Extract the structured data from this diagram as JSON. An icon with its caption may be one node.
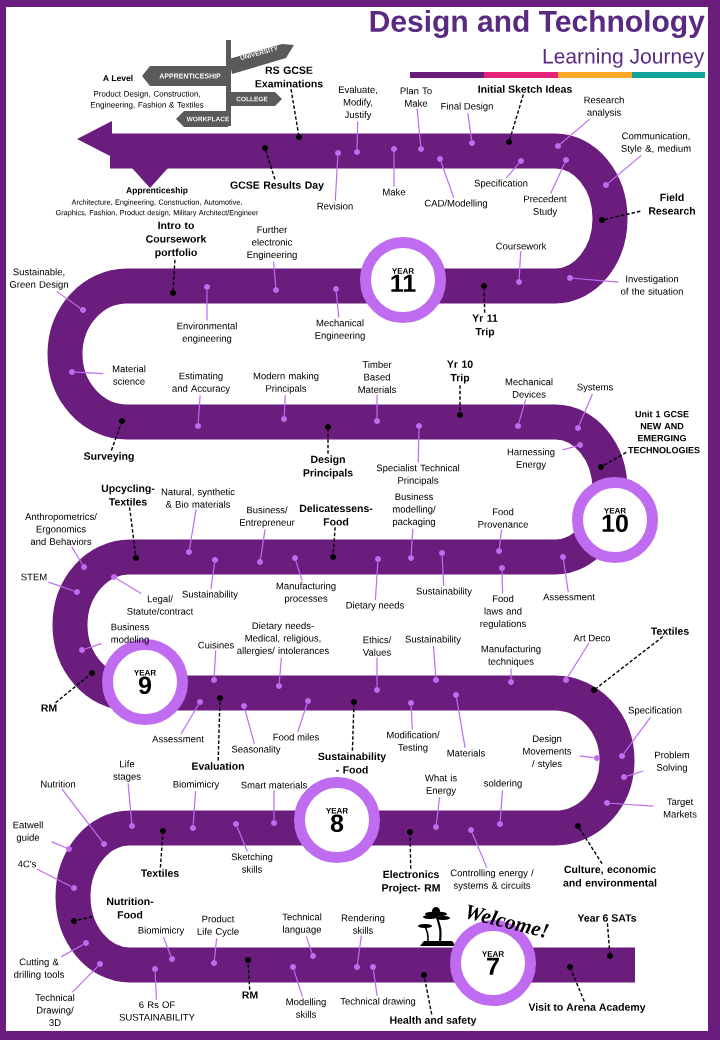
{
  "diagram": {
    "title": "Design and Technology",
    "nodes": [
      {
        "text": [
          "RS GCSE Examinations"
        ]
      },
      {
        "text": [
          "Evaluate, Modify, Justify"
        ]
      },
      {
        "text": [
          "Plan To Make"
        ]
      },
      {
        "text": [
          "Final Design"
        ]
      },
      {
        "text": [
          "Initial Sketch Ideas"
        ]
      },
      {
        "text": [
          "Research analysis"
        ]
      },
      {
        "text": [
          "Communication, Style &, medium"
        ]
      },
      {
        "text": [
          "Field Research"
        ]
      },
      {
        "text": [
          "Investigation of the situation"
        ]
      },
      {
        "text": [
          "Coursework"
        ]
      },
      {
        "text": [
          "Yr 11 Trip"
        ]
      },
      {
        "text": [
          "Precedent Study"
        ]
      },
      {
        "text": [
          "Specification"
        ]
      },
      {
        "text": [
          "CAD/Modelling"
        ]
      },
      {
        "text": [
          "Make"
        ]
      },
      {
        "text": [
          "Revision"
        ]
      },
      {
        "text": [
          "GCSE Results Day"
        ]
      },
      {
        "text": [
          "YEAR",
          "11"
        ]
      },
      {
        "text": [
          "Intro to Coursework portfolio"
        ]
      },
      {
        "text": [
          "Further electronic Engineering"
        ]
      },
      {
        "text": [
          "Sustainable, Green Design"
        ]
      },
      {
        "text": [
          "Environmental engineering"
        ]
      },
      {
        "text": [
          "Mechanical Engineering"
        ]
      },
      {
        "text": [
          "Material science"
        ]
      },
      {
        "text": [
          "Estimating and Accuracy"
        ]
      },
      {
        "text": [
          "Modern making Principals"
        ]
      },
      {
        "text": [
          "Timber Based Materials"
        ]
      },
      {
        "text": [
          "Yr 10 Trip"
        ]
      },
      {
        "text": [
          "Mechanical Devices"
        ]
      },
      {
        "text": [
          "Systems"
        ]
      },
      {
        "text": [
          "Unit 1 GCSE NEW AND EMERGING TECHNOLOGIES"
        ]
      },
      {
        "text": [
          "Harnessing Energy"
        ]
      },
      {
        "text": [
          "Specialist Technical Principals"
        ]
      },
      {
        "text": [
          "Design Principals"
        ]
      },
      {
        "text": [
          "Surveying"
        ]
      },
      {
        "text": [
          "YEAR",
          "10"
        ]
      },
      {
        "text": [
          "Upcycling- Textiles"
        ]
      },
      {
        "text": [
          "Natural, synthetic & Bio materials"
        ]
      },
      {
        "text": [
          "Anthropometrics/ Ergonomics and Behaviors"
        ]
      },
      {
        "text": [
          "Business/ Entrepreneur"
        ]
      },
      {
        "text": [
          "Delicatessens- Food"
        ]
      },
      {
        "text": [
          "Business modelling/ packaging"
        ]
      },
      {
        "text": [
          "Food Provenance"
        ]
      },
      {
        "text": [
          "STEM"
        ]
      },
      {
        "text": [
          "Legal/ Statute/contract"
        ]
      },
      {
        "text": [
          "Sustainability"
        ]
      },
      {
        "text": [
          "Manufacturing processes"
        ]
      },
      {
        "text": [
          "Dietary needs"
        ]
      },
      {
        "text": [
          "Sustainability"
        ]
      },
      {
        "text": [
          "Food laws and regulations"
        ]
      },
      {
        "text": [
          "Assessment"
        ]
      },
      {
        "text": [
          "YEAR",
          "9"
        ]
      },
      {
        "text": [
          "Business modeling"
        ]
      },
      {
        "text": [
          "RM"
        ]
      },
      {
        "text": [
          "Cuisines"
        ]
      },
      {
        "text": [
          "Dietary needs- Medical, religious, allergies/ intolerances"
        ]
      },
      {
        "text": [
          "Ethics/ Values"
        ]
      },
      {
        "text": [
          "Sustainability"
        ]
      },
      {
        "text": [
          "Manufacturing techniques"
        ]
      },
      {
        "text": [
          "Art Deco"
        ]
      },
      {
        "text": [
          "Textiles"
        ]
      },
      {
        "text": [
          "Assessment"
        ]
      },
      {
        "text": [
          "Evaluation"
        ]
      },
      {
        "text": [
          "Seasonality"
        ]
      },
      {
        "text": [
          "Food miles"
        ]
      },
      {
        "text": [
          "Sustainability - Food"
        ]
      },
      {
        "text": [
          "Modification/ Testing"
        ]
      },
      {
        "text": [
          "Materials"
        ]
      },
      {
        "text": [
          "Design Movements / styles"
        ]
      },
      {
        "text": [
          "Specification"
        ]
      },
      {
        "text": [
          "Problem Solving"
        ]
      },
      {
        "text": [
          "Target Markets"
        ]
      },
      {
        "text": [
          "Nutrition"
        ]
      },
      {
        "text": [
          "Life stages"
        ]
      },
      {
        "text": [
          "Biomimicry"
        ]
      },
      {
        "text": [
          "Smart materials"
        ]
      },
      {
        "text": [
          "Eatwell guide"
        ]
      },
      {
        "text": [
          "Textiles"
        ]
      },
      {
        "text": [
          "Sketching skills"
        ]
      },
      {
        "text": [
          "What is Energy"
        ]
      },
      {
        "text": [
          "soldering"
        ]
      },
      {
        "text": [
          "Electronics Project- RM"
        ]
      },
      {
        "text": [
          "Controlling energy / systems & circuits"
        ]
      },
      {
        "text": [
          "Culture, economic and environmental"
        ]
      },
      {
        "text": [
          "YEAR",
          "8"
        ]
      },
      {
        "text": [
          "4C's"
        ]
      },
      {
        "text": [
          "Nutrition- Food"
        ]
      },
      {
        "text": [
          "Biomimicry"
        ]
      },
      {
        "text": [
          "Product Life Cycle"
        ]
      },
      {
        "text": [
          "Technical language"
        ]
      },
      {
        "text": [
          "Rendering skills"
        ]
      },
      {
        "text": [
          "Cutting & drilling tools"
        ]
      },
      {
        "text": [
          "Technical Drawing/ 3D"
        ]
      },
      {
        "text": [
          "6 Rs OF SUSTAINABILITY"
        ]
      },
      {
        "text": [
          "RM"
        ]
      },
      {
        "text": [
          "Modelling skills"
        ]
      },
      {
        "text": [
          "Technical drawing"
        ]
      },
      {
        "text": [
          "Health and safety"
        ]
      },
      {
        "text": [
          "Year 6 SATs"
        ]
      },
      {
        "text": [
          "Visit to Arena Academy"
        ]
      },
      {
        "text": [
          "YEAR",
          "7"
        ]
      },
      {
        "text": [],
        "shape": "circle"
      },
      {
        "text": [],
        "shape": "circle"
      },
      {
        "text": [],
        "shape": "circle"
      },
      {
        "text": [],
        "shape": "circle"
      },
      {
        "text": [],
        "shape": "circle"
      },
      {
        "text": [],
        "shape": "circle"
      },
      {
        "text": [],
        "shape": "circle"
      },
      {
        "text": [],
        "shape": "circle"
      },
      {
        "text": [],
        "shape": "circle"
      },
      {
        "text": [],
        "shape": "circle"
      },
      {
        "text": [],
        "shape": "circle"
      },
      {
        "text": [],
        "shape": "circle"
      },
      {
        "text": [],
        "shape": "circle"
      },
      {
        "text": [],
        "shape": "circle"
      },
      {
        "text": [],
        "shape": "circle"
      },
      {
        "text": [],
        "shape": "circle"
      },
      {
        "text": [],
        "shape": "circle"
      },
      {
        "text": [],
        "shape": "circle"
      },
      {
        "text": [],
        "shape": "circle"
      },
      {
        "text": [],
        "shape": "circle"
      },
      {
        "text": [],
        "shape": "circle"
      },
      {
        "text": [],
        "shape": "circle"
      },
      {
        "text": [],
        "shape": "circle"
      },
      {
        "text": [],
        "shape": "circle"
      },
      {
        "text": [],
        "shape": "circle"
      },
      {
        "text": [],
        "shape": "circle"
      },
      {
        "text": [],
        "shape": "circle"
      },
      {
        "text": [],
        "shape": "circle"
      },
      {
        "text": [],
        "shape": "circle"
      },
      {
        "text": [],
        "shape": "circle"
      },
      {
        "text": [],
        "shape": "circle"
      },
      {
        "text": [],
        "shape": "circle"
      },
      {
        "text": [],
        "shape": "circle"
      },
      {
        "text": [],
        "shape": "circle"
      },
      {
        "text": [],
        "shape": "circle"
      },
      {
        "text": [],
        "shape": "circle"
      },
      {
        "text": [],
        "shape": "circle"
      },
      {
        "text": [],
        "shape": "circle"
      },
      {
        "text": [],
        "shape": "circle"
      },
      {
        "text": [],
        "shape": "circle"
      },
      {
        "text": [],
        "shape": "circle"
      },
      {
        "text": [],
        "shape": "circle"
      },
      {
        "text": [],
        "shape": "circle"
      },
      {
        "text": [],
        "shape": "circle"
      },
      {
        "text": [],
        "shape": "circle"
      },
      {
        "text": [],
        "shape": "circle"
      },
      {
        "text": [],
        "shape": "circle"
      },
      {
        "text": [],
        "shape": "circle"
      },
      {
        "text": [],
        "shape": "circle"
      },
      {
        "text": [],
        "shape": "circle"
      },
      {
        "text": [],
        "shape": "circle"
      },
      {
        "text": [],
        "shape": "circle"
      },
      {
        "text": [],
        "shape": "circle"
      },
      {
        "text": [],
        "shape": "circle"
      },
      {
        "text": [],
        "shape": "circle"
      },
      {
        "text": [],
        "shape": "circle"
      },
      {
        "text": [],
        "shape": "circle"
      },
      {
        "text": [],
        "shape": "circle"
      },
      {
        "text": [],
        "shape": "circle"
      },
      {
        "text": [],
        "shape": "circle"
      },
      {
        "text": [],
        "shape": "circle"
      },
      {
        "text": [],
        "shape": "circle"
      },
      {
        "text": [],
        "shape": "circle"
      },
      {
        "text": [],
        "shape": "circle"
      },
      {
        "text": [],
        "shape": "circle"
      },
      {
        "text": [],
        "shape": "circle"
      },
      {
        "text": [],
        "shape": "circle"
      },
      {
        "text": [],
        "shape": "circle"
      },
      {
        "text": [],
        "shape": "circle"
      },
      {
        "text": [],
        "shape": "circle"
      },
      {
        "text": [],
        "shape": "circle"
      },
      {
        "text": [],
        "shape": "circle"
      },
      {
        "text": [],
        "shape": "circle"
      },
      {
        "text": [],
        "shape": "circle"
      },
      {
        "text": [],
        "shape": "circle"
      },
      {
        "text": [],
        "shape": "circle"
      },
      {
        "text": [],
        "shape": "circle"
      },
      {
        "text": [],
        "shape": "circle"
      },
      {
        "text": [],
        "shape": "circle"
      },
      {
        "text": [],
        "shape": "circle"
      },
      {
        "text": [],
        "shape": "circle"
      },
      {
        "text": [],
        "shape": "circle"
      },
      {
        "text": [],
        "shape": "circle"
      },
      {
        "text": [],
        "shape": "circle"
      },
      {
        "text": [],
        "shape": "circle"
      },
      {
        "text": [],
        "shape": "circle"
      },
      {
        "text": [],
        "shape": "circle"
      },
      {
        "text": [],
        "shape": "circle"
      },
      {
        "text": [],
        "shape": "circle"
      },
      {
        "text": [],
        "shape": "circle"
      },
      {
        "text": [],
        "shape": "circle"
      },
      {
        "text": [],
        "shape": "circle"
      },
      {
        "text": [],
        "shape": "circle"
      },
      {
        "text": [],
        "shape": "circle"
      },
      {
        "text": [],
        "shape": "circle"
      },
      {
        "text": [],
        "shape": "circle"
      }
    ],
    "edges": [
      {
        "from": 0,
        "to": 101,
        "arrow": "none",
        "style": "dashed",
        "color": "#000000"
      },
      {
        "from": 1,
        "to": 102,
        "arrow": "none"
      },
      {
        "from": 2,
        "to": 103,
        "arrow": "none"
      },
      {
        "from": 3,
        "to": 104,
        "arrow": "none"
      },
      {
        "from": 4,
        "to": 105,
        "arrow": "none",
        "style": "dashed",
        "color": "#000000"
      },
      {
        "from": 5,
        "to": 106,
        "arrow": "none"
      },
      {
        "from": 6,
        "to": 107,
        "arrow": "none"
      },
      {
        "from": 7,
        "to": 108,
        "arrow": "none",
        "style": "dashed",
        "color": "#000000"
      },
      {
        "from": 8,
        "to": 109,
        "arrow": "none"
      },
      {
        "from": 9,
        "to": 110,
        "arrow": "none"
      },
      {
        "from": 10,
        "to": 111,
        "arrow": "none",
        "style": "dashed",
        "color": "#000000"
      },
      {
        "from": 11,
        "to": 112,
        "arrow": "none"
      },
      {
        "from": 12,
        "to": 113,
        "arrow": "none"
      },
      {
        "from": 13,
        "to": 114,
        "arrow": "none"
      },
      {
        "from": 14,
        "to": 115,
        "arrow": "none"
      },
      {
        "from": 15,
        "to": 116,
        "arrow": "none"
      },
      {
        "from": 16,
        "to": 117,
        "arrow": "none",
        "style": "dashed",
        "color": "#000000"
      },
      {
        "from": 18,
        "to": 118,
        "arrow": "none",
        "style": "dashed",
        "color": "#000000"
      },
      {
        "from": 19,
        "to": 119,
        "arrow": "none"
      },
      {
        "from": 20,
        "to": 120,
        "arrow": "none"
      },
      {
        "from": 21,
        "to": 121,
        "arrow": "none"
      },
      {
        "from": 22,
        "to": 122,
        "arrow": "none"
      },
      {
        "from": 23,
        "to": 123,
        "arrow": "none"
      },
      {
        "from": 24,
        "to": 124,
        "arrow": "none"
      },
      {
        "from": 25,
        "to": 125,
        "arrow": "none"
      },
      {
        "from": 26,
        "to": 126,
        "arrow": "none"
      },
      {
        "from": 27,
        "to": 127,
        "arrow": "none",
        "style": "dashed",
        "color": "#000000"
      },
      {
        "from": 28,
        "to": 128,
        "arrow": "none"
      },
      {
        "from": 29,
        "to": 129,
        "arrow": "none"
      },
      {
        "from": 30,
        "to": 130,
        "arrow": "none",
        "style": "dashed",
        "color": "#000000"
      },
      {
        "from": 31,
        "to": 131,
        "arrow": "none"
      },
      {
        "from": 32,
        "to": 132,
        "arrow": "none"
      },
      {
        "from": 33,
        "to": 133,
        "arrow": "none",
        "style": "dashed",
        "color": "#000000"
      },
      {
        "from": 34,
        "to": 134,
        "arrow": "none",
        "style": "dashed",
        "color": "#000000"
      },
      {
        "from": 36,
        "to": 135,
        "arrow": "none",
        "style": "dashed",
        "color": "#000000"
      },
      {
        "from": 37,
        "to": 136,
        "arrow": "none"
      },
      {
        "from": 38,
        "to": 137,
        "arrow": "none"
      },
      {
        "from": 39,
        "to": 138,
        "arrow": "none"
      },
      {
        "from": 40,
        "to": 139,
        "arrow": "none",
        "style": "dashed",
        "color": "#000000"
      },
      {
        "from": 41,
        "to": 140,
        "arrow": "none"
      },
      {
        "from": 42,
        "to": 141,
        "arrow": "none"
      },
      {
        "from": 43,
        "to": 142,
        "arrow": "none"
      },
      {
        "from": 44,
        "to": 143,
        "arrow": "none"
      },
      {
        "from": 45,
        "to": 144,
        "arrow": "none"
      },
      {
        "from": 46,
        "to": 145,
        "arrow": "none"
      },
      {
        "from": 47,
        "to": 146,
        "arrow": "none"
      },
      {
        "from": 48,
        "to": 147,
        "arrow": "none"
      },
      {
        "from": 49,
        "to": 148,
        "arrow": "none"
      },
      {
        "from": 50,
        "to": 149,
        "arrow": "none"
      },
      {
        "from": 52,
        "to": 150,
        "arrow": "none"
      },
      {
        "from": 53,
        "to": 151,
        "arrow": "none",
        "style": "dashed",
        "color": "#000000"
      },
      {
        "from": 54,
        "to": 152,
        "arrow": "none"
      },
      {
        "from": 55,
        "to": 153,
        "arrow": "none"
      },
      {
        "from": 56,
        "to": 154,
        "arrow": "none"
      },
      {
        "from": 57,
        "to": 155,
        "arrow": "none"
      },
      {
        "from": 58,
        "to": 156,
        "arrow": "none"
      },
      {
        "from": 59,
        "to": 157,
        "arrow": "none"
      },
      {
        "from": 60,
        "to": 158,
        "arrow": "none",
        "style": "dashed",
        "color": "#000000"
      },
      {
        "from": 61,
        "to": 159,
        "arrow": "none"
      },
      {
        "from": 62,
        "to": 160,
        "arrow": "none",
        "style": "dashed",
        "color": "#000000"
      },
      {
        "from": 63,
        "to": 161,
        "arrow": "none"
      },
      {
        "from": 64,
        "to": 162,
        "arrow": "none"
      },
      {
        "from": 65,
        "to": 163,
        "arrow": "none",
        "style": "dashed",
        "color": "#000000"
      },
      {
        "from": 66,
        "to": 164,
        "arrow": "none"
      },
      {
        "from": 67,
        "to": 165,
        "arrow": "none"
      },
      {
        "from": 68,
        "to": 166,
        "arrow": "none"
      },
      {
        "from": 69,
        "to": 167,
        "arrow": "none"
      },
      {
        "from": 70,
        "to": 168,
        "arrow": "none"
      },
      {
        "from": 71,
        "to": 169,
        "arrow": "none"
      },
      {
        "from": 72,
        "to": 170,
        "arrow": "none"
      },
      {
        "from": 73,
        "to": 171,
        "arrow": "none"
      },
      {
        "from": 74,
        "to": 172,
        "arrow": "none"
      },
      {
        "from": 75,
        "to": 173,
        "arrow": "none"
      },
      {
        "from": 76,
        "to": 174,
        "arrow": "none"
      },
      {
        "from": 77,
        "to": 175,
        "arrow": "none",
        "style": "dashed",
        "color": "#000000"
      },
      {
        "from": 78,
        "to": 176,
        "arrow": "none"
      },
      {
        "from": 79,
        "to": 177,
        "arrow": "none"
      },
      {
        "from": 80,
        "to": 178,
        "arrow": "none"
      },
      {
        "from": 81,
        "to": 179,
        "arrow": "none",
        "style": "dashed",
        "color": "#000000"
      },
      {
        "from": 82,
        "to": 180,
        "arrow": "none"
      },
      {
        "from": 83,
        "to": 181,
        "arrow": "none",
        "style": "dashed",
        "color": "#000000"
      },
      {
        "from": 85,
        "to": 182,
        "arrow": "none"
      },
      {
        "from": 86,
        "to": 183,
        "arrow": "none",
        "style": "dashed",
        "color": "#000000"
      },
      {
        "from": 87,
        "to": 184,
        "arrow": "none"
      },
      {
        "from": 88,
        "to": 185,
        "arrow": "none"
      },
      {
        "from": 89,
        "to": 186,
        "arrow": "none"
      },
      {
        "from": 90,
        "to": 187,
        "arrow": "none"
      },
      {
        "from": 91,
        "to": 188,
        "arrow": "none"
      },
      {
        "from": 92,
        "to": 189,
        "arrow": "none"
      },
      {
        "from": 93,
        "to": 190,
        "arrow": "none"
      },
      {
        "from": 94,
        "to": 191,
        "arrow": "none",
        "style": "dashed",
        "color": "#000000"
      },
      {
        "from": 95,
        "to": 192,
        "arrow": "none"
      },
      {
        "from": 96,
        "to": 193,
        "arrow": "none"
      },
      {
        "from": 97,
        "to": 194,
        "arrow": "none",
        "style": "dashed",
        "color": "#000000"
      },
      {
        "from": 98,
        "to": 195,
        "arrow": "none",
        "style": "dashed",
        "color": "#000000"
      },
      {
        "from": 99,
        "to": 196,
        "arrow": "none",
        "style": "dashed",
        "color": "#000000"
      }
    ],
    "labels": [
      "Learning Journey",
      "A Level",
      "Product Design, Construction, Engineering, Fashion & Textiles",
      "UNIVERSITY",
      "APPRENTICESHIP",
      "COLLEGE",
      "WORKPLACE",
      "Apprenticeship",
      "Architecture, Engineering, Construction, Automotive, Graphics, Fashion, Product design, Military Architect/Engineer",
      "Welcome!"
    ]
  }
}
